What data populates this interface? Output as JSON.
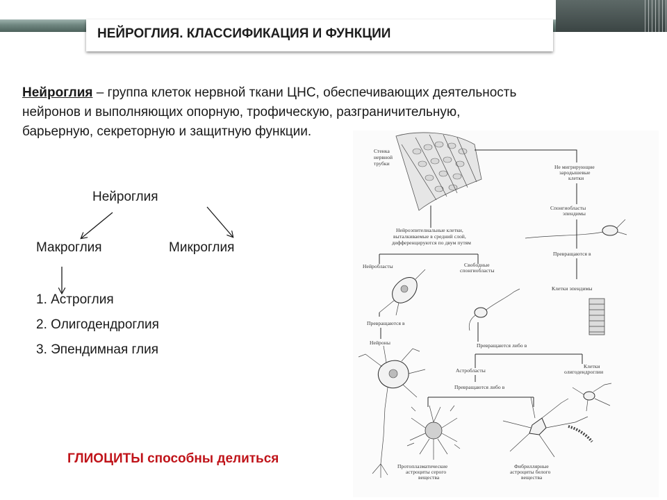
{
  "header": {
    "title": "НЕЙРОГЛИЯ. КЛАССИФИКАЦИЯ И ФУНКЦИИ"
  },
  "definition": {
    "term": "Нейроглия",
    "line1": " – группа клеток нервной ткани ЦНС, обеспечивающих деятельность",
    "line2": "нейронов и выполняющих опорную, трофическую, разграничительную,",
    "line3": "барьерную, секреторную и защитную функции."
  },
  "tree": {
    "root": "Нейроглия",
    "left": "Макроглия",
    "right": "Микроглия",
    "items": [
      "1. Астроглия",
      "2. Олигодендроглия",
      "3. Эпендимная глия"
    ]
  },
  "footer": {
    "prefix": "ГЛИОЦИТЫ",
    "rest": " способны делиться"
  },
  "scan": {
    "labels": {
      "wall": [
        "Стенка",
        "нервной",
        "трубки"
      ],
      "nonmigrating": [
        "Не мигрирующие",
        "зародышевые",
        "клетки"
      ],
      "spongioblasts_ependyma": [
        "Спонгиобласты",
        "эпендимы"
      ],
      "neuroepithelial": [
        "Нейроэпителиальные клетки,",
        "выталкиваемые в средний слой,",
        "дифференцируются по двум путям"
      ],
      "neuroblasts": "Нейробласты",
      "free_spongio": [
        "Свободные",
        "спонгиобласты"
      ],
      "turn_into_1": "Превращаются в",
      "turn_into_2": "Превращаются в",
      "ependymocytes": "Клетки эпендимы",
      "turn_either_1": "Превращаются либо в",
      "neurons": "Нейроны",
      "astroblasts": "Астробласты",
      "oligodendroblasts": [
        "Клетки",
        "олигодендроглии"
      ],
      "turn_either_2": "Превращаются либо в",
      "protoplasmic": [
        "Протоплазматические",
        "астроциты серого",
        "вещества"
      ],
      "fibrous": [
        "Фибриллярные",
        "астроциты белого",
        "вещества"
      ]
    }
  }
}
